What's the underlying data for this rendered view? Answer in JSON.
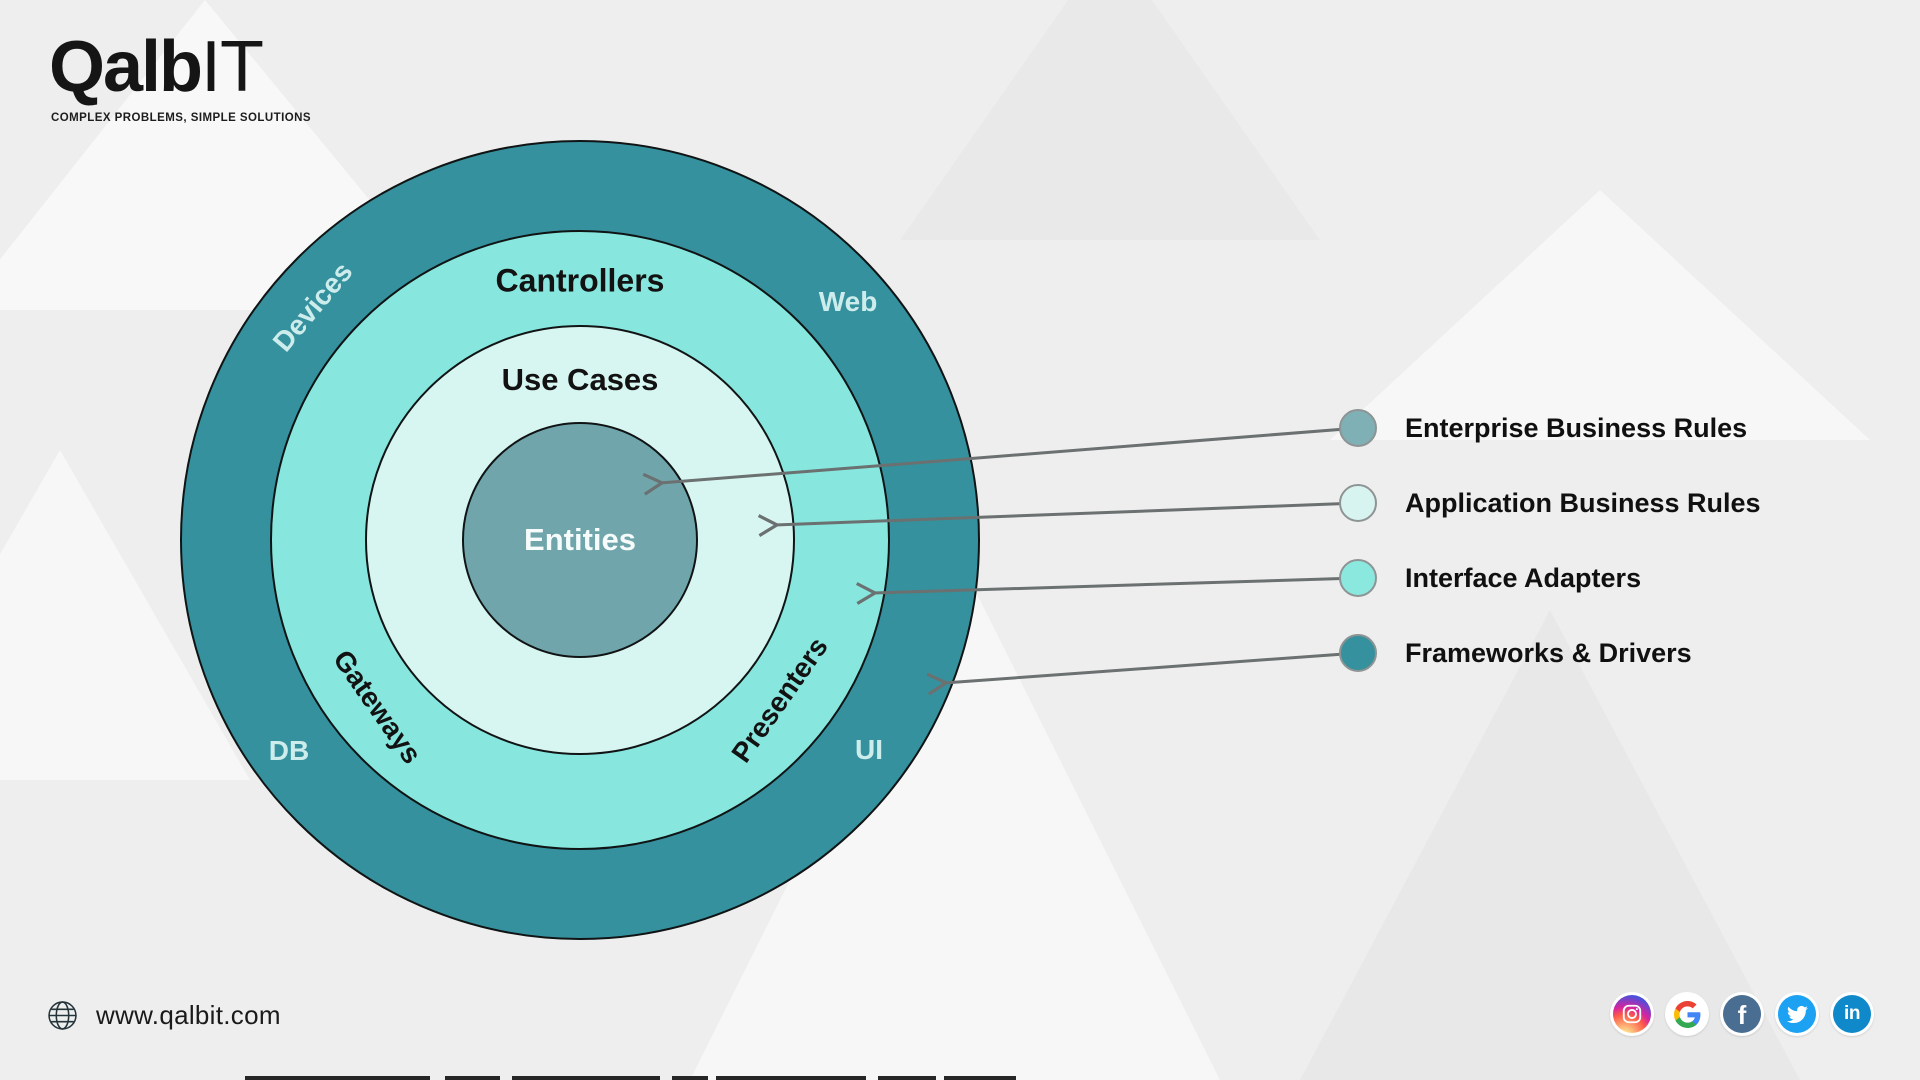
{
  "brand": {
    "logo_primary": "Qalb",
    "logo_secondary": "IT",
    "tagline": "COMPLEX PROBLEMS, SIMPLE SOLUTIONS"
  },
  "diagram": {
    "rings": {
      "controllers": "Cantrollers",
      "use_cases": "Use Cases",
      "entities": "Entities",
      "gateways": "Gateways",
      "presenters": "Presenters",
      "web": "Web",
      "devices": "Devices",
      "db": "DB",
      "ui": "UI"
    },
    "colors": {
      "frameworks_ring": "#35919d",
      "interface_ring": "#87e6dd",
      "application_ring": "#d8f6f1",
      "entities_circle": "#70a6ab",
      "arrow": "#6b7070"
    }
  },
  "legend": {
    "items": [
      {
        "label": "Enterprise Business Rules",
        "color": "#7fb0b5"
      },
      {
        "label": "Application Business Rules",
        "color": "#d8f4f0"
      },
      {
        "label": "Interface Adapters",
        "color": "#8be8df"
      },
      {
        "label": "Frameworks & Drivers",
        "color": "#35919d"
      }
    ]
  },
  "footer": {
    "website": "www.qalbit.com"
  },
  "social": {
    "items": [
      "instagram",
      "google",
      "facebook",
      "twitter",
      "linkedin"
    ],
    "facebook_color": "#4a6d92",
    "twitter_color": "#1da1f2",
    "linkedin_color": "#1089ca",
    "facebook_glyph": "f",
    "linkedin_glyph": "in"
  }
}
